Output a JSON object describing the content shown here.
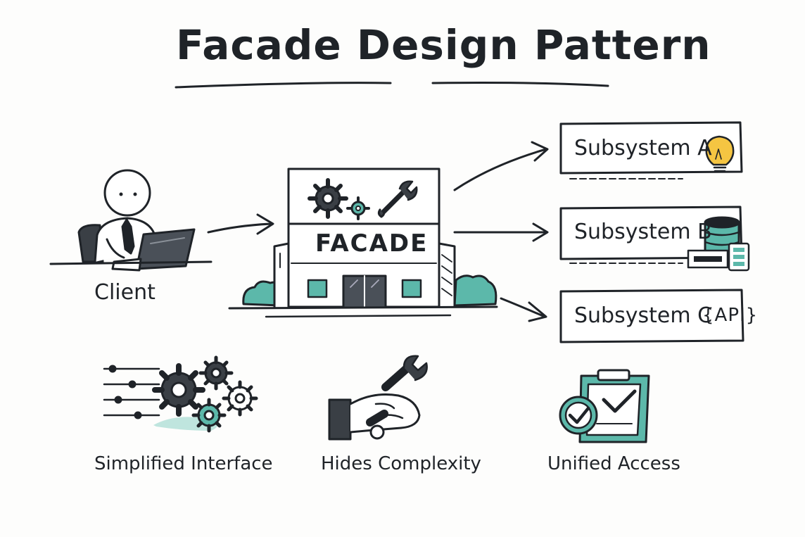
{
  "title": "Facade Design Pattern",
  "client": {
    "label": "Client"
  },
  "facade": {
    "sign": "FACADE"
  },
  "subsystems": [
    {
      "label": "Subsystem A",
      "icon": "lightbulb-icon"
    },
    {
      "label": "Subsystem B",
      "icon": "database-server-icon"
    },
    {
      "label": "Subsystem C",
      "icon": "api-icon",
      "tag": "{API}"
    }
  ],
  "features": [
    {
      "label": "Simplified Interface",
      "icon": "gears-sliders-icon"
    },
    {
      "label": "Hides Complexity",
      "icon": "hand-wrench-icon"
    },
    {
      "label": "Unified Access",
      "icon": "clipboard-check-icon"
    }
  ],
  "colors": {
    "ink": "#1f2328",
    "teal": "#5cb8aa",
    "bulb": "#f5c542",
    "paper": "#fdfdfc"
  }
}
